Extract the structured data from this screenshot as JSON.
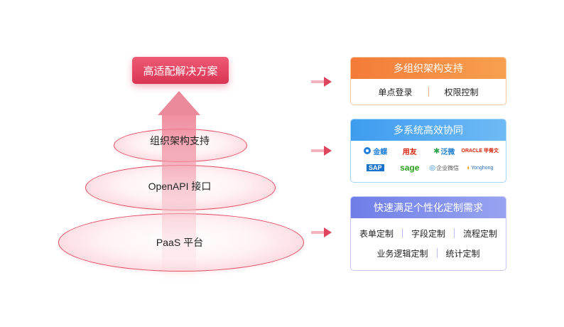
{
  "pyramid": {
    "top_label": "高适配解决方案",
    "layers": [
      "组织架构支持",
      "OpenAPI 接口",
      "PaaS 平台"
    ]
  },
  "cards": {
    "org": {
      "title": "多组织架构支持",
      "items": [
        "单点登录",
        "权限控制"
      ]
    },
    "systems": {
      "title": "多系统高效协同",
      "logos": [
        "金蝶",
        "用友",
        "泛微",
        "ORACLE 甲骨文",
        "SAP",
        "sage",
        "企业微信",
        "Yonghong"
      ]
    },
    "custom": {
      "title": "快速满足个性化定制需求",
      "row1": [
        "表单定制",
        "字段定制",
        "流程定制"
      ],
      "row2": [
        "业务逻辑定制",
        "统计定制"
      ]
    }
  },
  "colors": {
    "pyramid_red": "#d93553",
    "org_orange": "#f47b3a",
    "systems_blue": "#3e9cf0",
    "custom_purple": "#6f7ee8"
  }
}
